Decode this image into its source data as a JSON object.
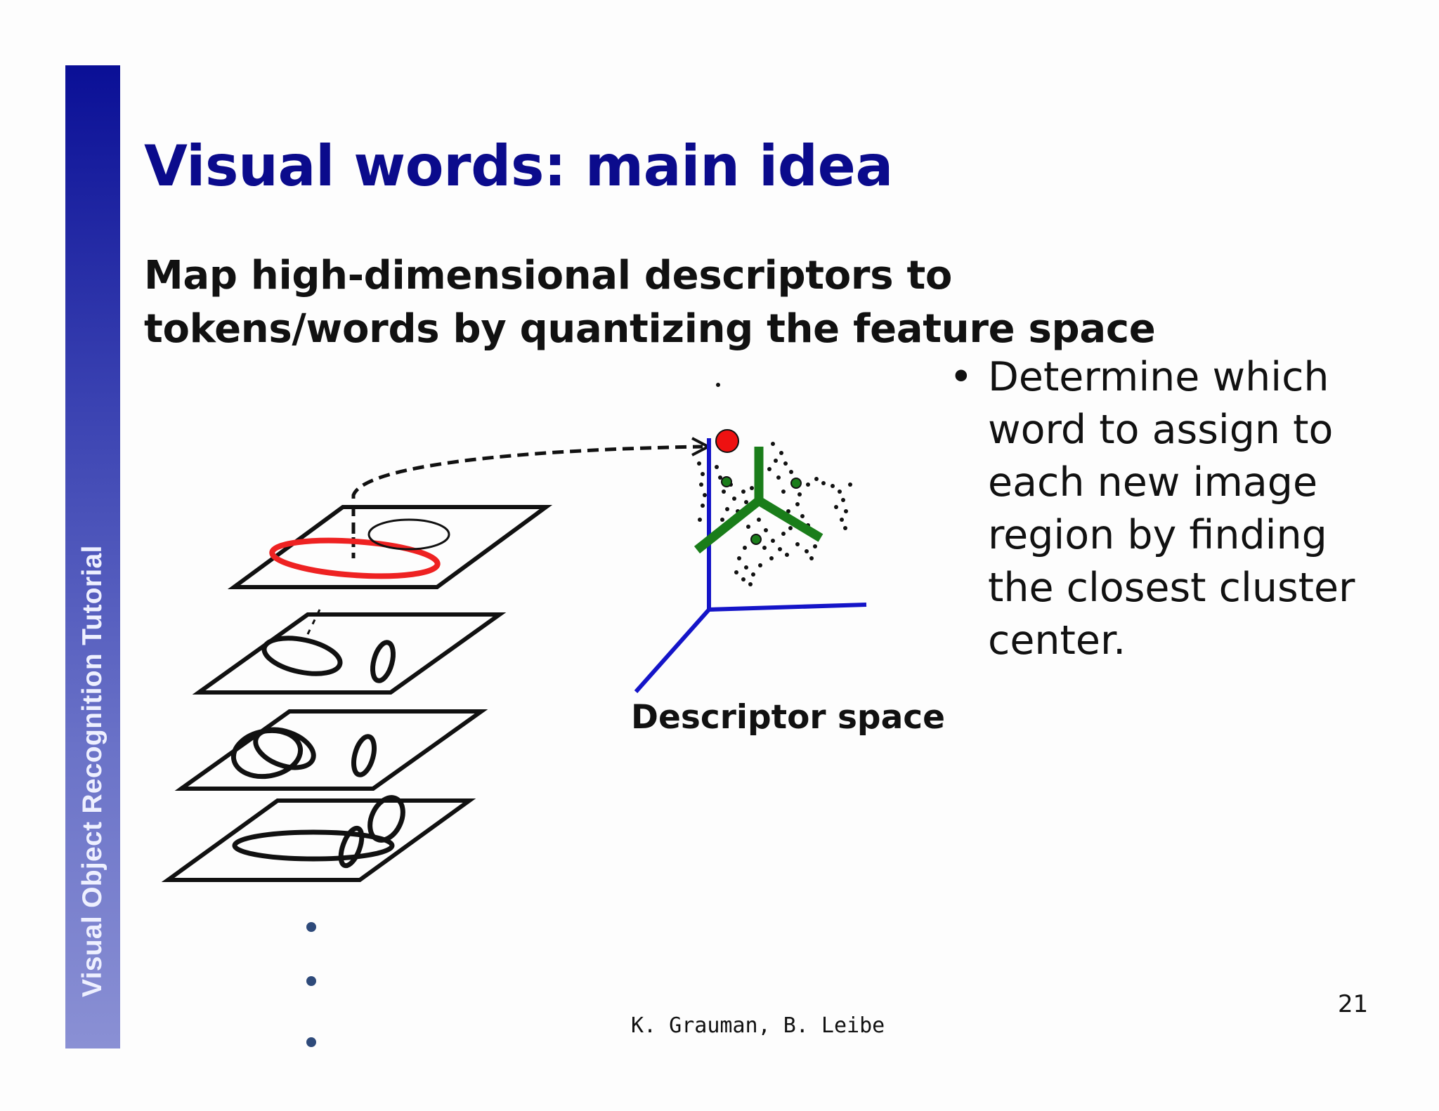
{
  "slide": {
    "sidebar_label": "Visual Object Recognition Tutorial",
    "title": "Visual words: main idea",
    "subtitle": "Map high-dimensional descriptors to tokens/words by quantizing the feature space",
    "bullet": "Determine which word to assign to each new image region by finding the closest cluster center.",
    "bullet_marker": "•",
    "descriptor_label": "Descriptor space",
    "credit": "K. Grauman, B. Leibe",
    "page_number": "21"
  },
  "colors": {
    "title": "#0b0b8c",
    "sidebar_top": "#0a0f96",
    "sidebar_bottom": "#8a90d4",
    "axes": "#1414c8",
    "voronoi": "#1a7d1a",
    "query_point": "#ee1111",
    "highlight_region": "#ee2222",
    "ellipsis_dot": "#2e4a7a"
  },
  "icons": [
    "feature-plane",
    "ellipse-region",
    "cluster-center",
    "query-point",
    "axis-3d"
  ]
}
